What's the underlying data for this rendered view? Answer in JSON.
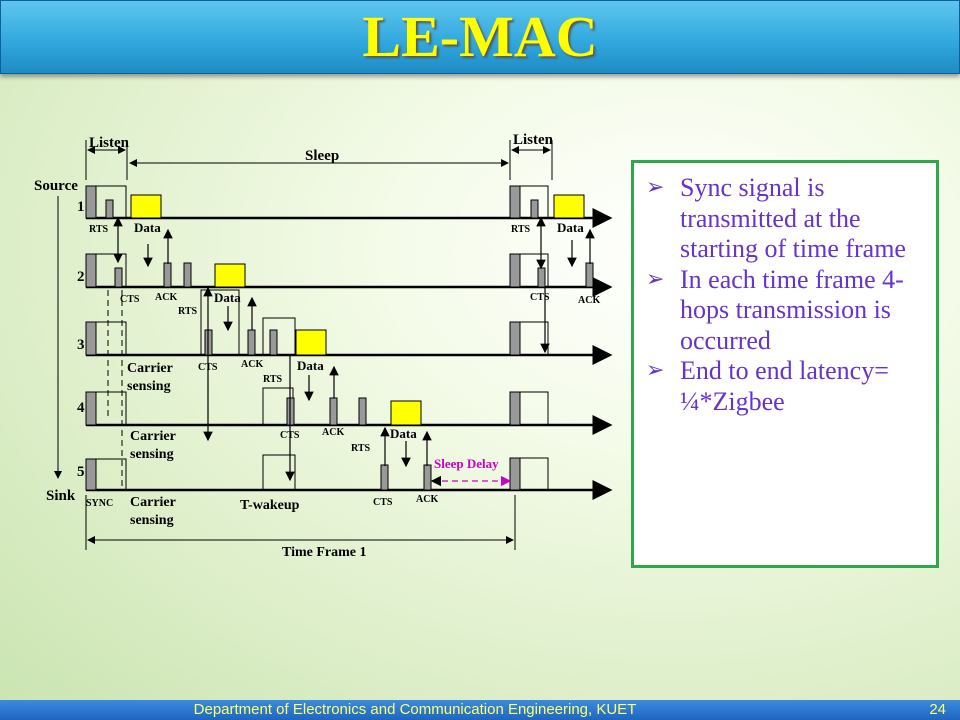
{
  "slide": {
    "title": "LE-MAC",
    "footer": "Department of Electronics and Communication Engineering, KUET",
    "page_number": "24"
  },
  "bullets": [
    "Sync signal is transmitted at the starting of time frame",
    "In each time frame 4-hops transmission is occurred",
    "End to end latency= ¼*Zigbee"
  ],
  "diagram": {
    "labels": {
      "source": "Source",
      "sink": "Sink",
      "listen_left": "Listen",
      "listen_right": "Listen",
      "sleep": "Sleep",
      "time_frame": "Time Frame 1",
      "sleep_delay": "Sleep Delay",
      "t_wakeup": "T-wakeup",
      "sync": "SYNC",
      "carrier_sensing_1": "Carrier",
      "carrier_sensing_1b": "sensing",
      "carrier_sensing_2": "Carrier",
      "carrier_sensing_2b": "sensing",
      "carrier_sensing_3": "Carrier",
      "carrier_sensing_3b": "sensing"
    },
    "nodes": [
      "1",
      "2",
      "3",
      "4",
      "5"
    ],
    "packet_labels": {
      "rts": "RTS",
      "cts": "CTS",
      "ack": "ACK",
      "data": "Data"
    },
    "colors": {
      "data_packet": "#ffff00",
      "control_packet": "#999999",
      "sleep_delay": "#cc00cc"
    }
  }
}
